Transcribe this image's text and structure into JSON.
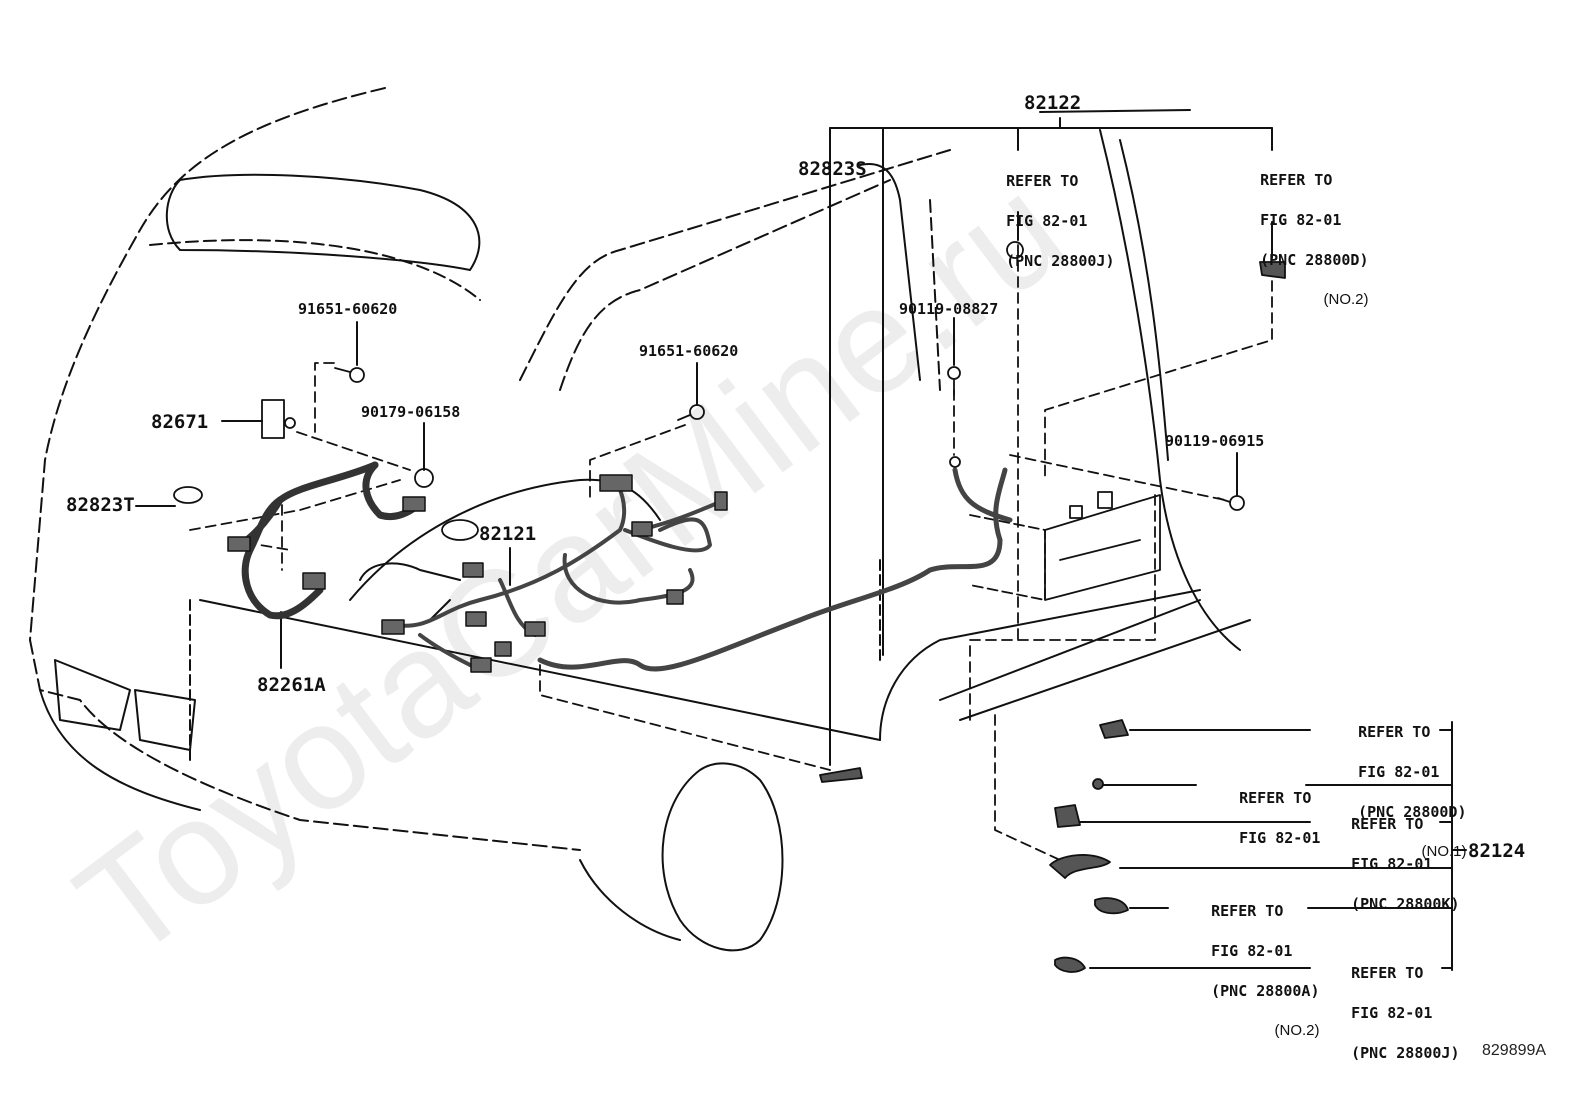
{
  "diagram": {
    "title_code": "829899A",
    "watermark": "ToyotaCarMine.ru",
    "ink_color": "#111111",
    "watermark_color": "#ededed",
    "part_labels": [
      {
        "id": "82122",
        "text": "82122"
      },
      {
        "id": "82823S",
        "text": "82823S"
      },
      {
        "id": "91651-60620-a",
        "text": "91651-60620"
      },
      {
        "id": "91651-60620-b",
        "text": "91651-60620"
      },
      {
        "id": "82671",
        "text": "82671"
      },
      {
        "id": "90179-06158",
        "text": "90179-06158"
      },
      {
        "id": "82823T",
        "text": "82823T"
      },
      {
        "id": "82261A",
        "text": "82261A"
      },
      {
        "id": "82121",
        "text": "82121"
      },
      {
        "id": "90119-08827",
        "text": "90119-08827"
      },
      {
        "id": "90119-06915",
        "text": "90119-06915"
      },
      {
        "id": "82124",
        "text": "82124"
      }
    ],
    "references": [
      {
        "line1": "REFER TO",
        "line2": "FIG 82-01",
        "line3": "(PNC 28800J)",
        "note": ""
      },
      {
        "line1": "REFER TO",
        "line2": "FIG 82-01",
        "line3": "(PNC 28800D)",
        "note": "(NO.2)"
      },
      {
        "line1": "REFER TO",
        "line2": "FIG 82-01",
        "line3": "(PNC 28800D)",
        "note": "(NO.1)"
      },
      {
        "line1": "REFER TO",
        "line2": "FIG 82-01",
        "line3": "",
        "note": ""
      },
      {
        "line1": "REFER TO",
        "line2": "FIG 82-01",
        "line3": "(PNC 28800K)",
        "note": ""
      },
      {
        "line1": "REFER TO",
        "line2": "FIG 82-01",
        "line3": "(PNC 28800A)",
        "note": "(NO.2)"
      },
      {
        "line1": "REFER TO",
        "line2": "FIG 82-01",
        "line3": "(PNC 28800J)",
        "note": ""
      }
    ]
  }
}
